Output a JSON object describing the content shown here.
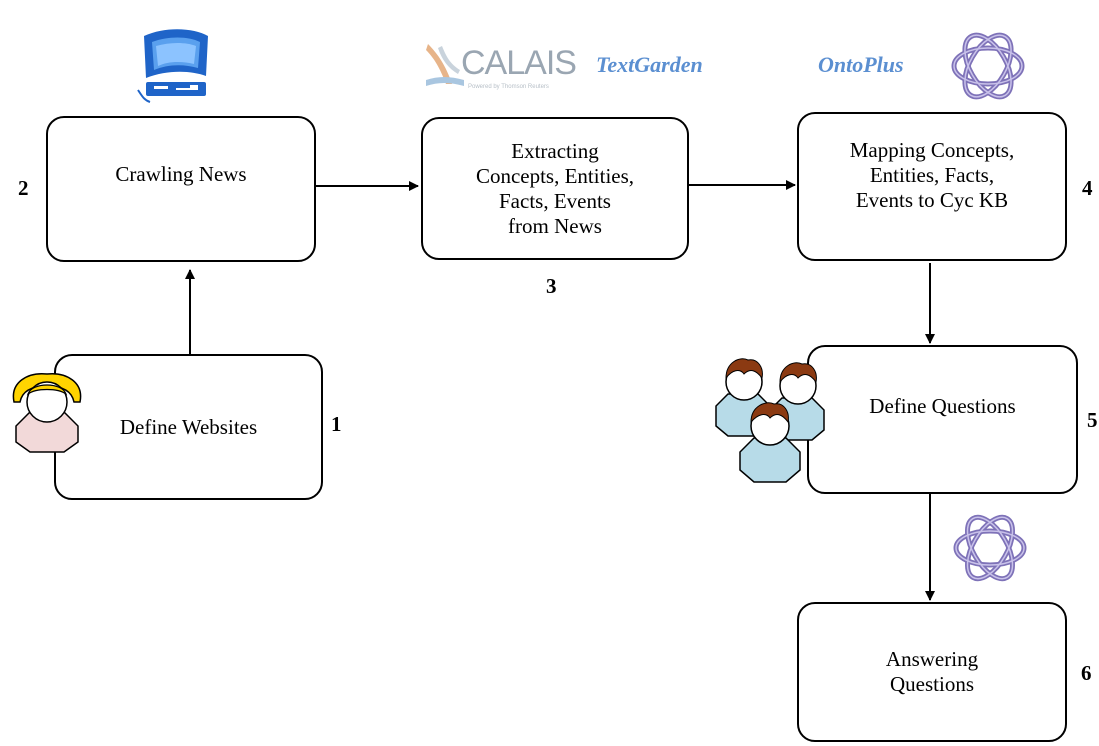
{
  "steps": [
    {
      "num": "1",
      "label": "Define Websites"
    },
    {
      "num": "2",
      "label": "Crawling News"
    },
    {
      "num": "3",
      "label": "Extracting\nConcepts, Entities,\nFacts, Events\nfrom News"
    },
    {
      "num": "4",
      "label": "Mapping Concepts,\nEntities, Facts,\nEvents to Cyc KB"
    },
    {
      "num": "5",
      "label": "Define Questions"
    },
    {
      "num": "6",
      "label": "Answering\nQuestions"
    }
  ],
  "tools": {
    "calais": "CALAIS",
    "calais_sub": "Powered by Thomson Reuters",
    "textgarden": "TextGarden",
    "ontoplus": "OntoPlus"
  },
  "icons": [
    "computer-icon",
    "calais-logo",
    "cyc-knot-icon",
    "user-icon",
    "users-group-icon",
    "cyc-knot-icon"
  ],
  "colors": {
    "tool_text": "#5b8fd1",
    "knot": "#7e72b8",
    "user_face": "#f2d9d9",
    "user_hair": "#ffd400",
    "group_body": "#b7dbe8",
    "group_hair": "#8b3a12"
  }
}
